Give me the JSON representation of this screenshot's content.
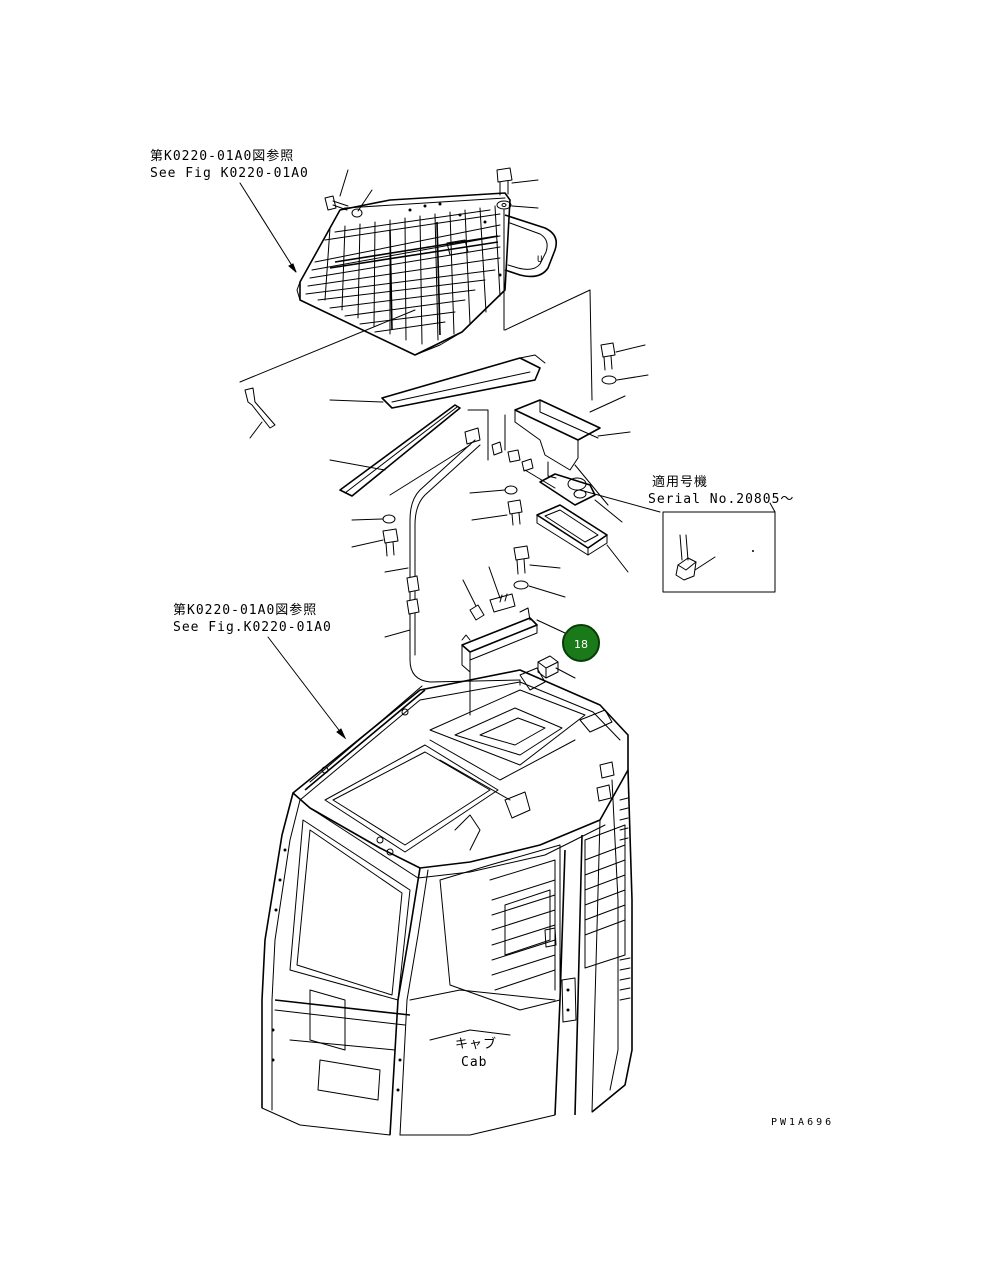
{
  "labels": {
    "ref_top_jp": "第K0220-01A0図参照",
    "ref_top_en": "See Fig K0220-01A0",
    "ref_mid_jp": "第K0220-01A0図参照",
    "ref_mid_en": "See Fig.K0220-01A0",
    "serial_jp": "適用号機",
    "serial_en": "Serial No.20805～",
    "cab_jp": "キャブ",
    "cab_en": "Cab",
    "drawing_code": "PW1A696"
  },
  "callout": {
    "number": "18",
    "color": "#1a7a1a"
  }
}
